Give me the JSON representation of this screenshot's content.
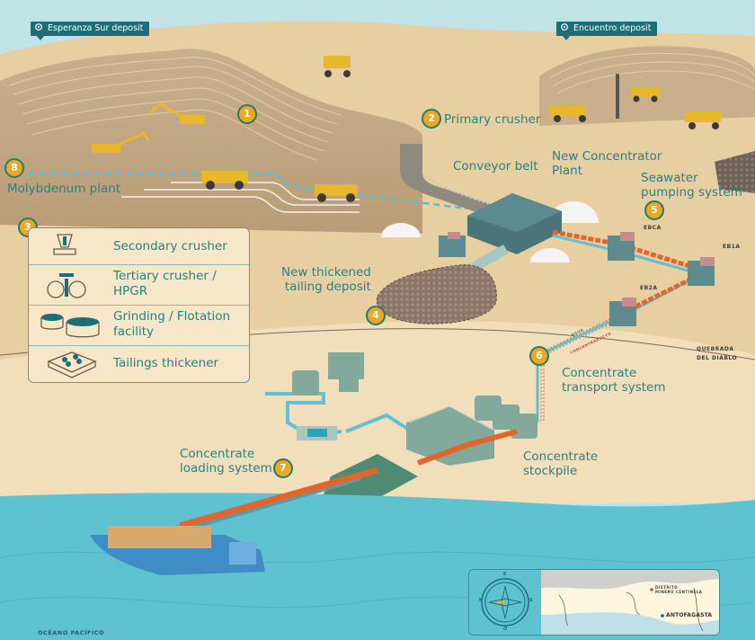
{
  "deposits": {
    "left": "Esperanza Sur deposit",
    "right": "Encuentro deposit"
  },
  "steps": [
    {
      "number": "1",
      "label": ""
    },
    {
      "number": "2",
      "label": "Primary crusher"
    },
    {
      "number": "3",
      "label": ""
    },
    {
      "number": "4",
      "label": "New thickened tailing deposit"
    },
    {
      "number": "5",
      "label": "Seawater pumping system"
    },
    {
      "number": "6",
      "label": "Concentrate transport system"
    },
    {
      "number": "7",
      "label": "Concentrate loading system"
    },
    {
      "number": "8",
      "label": "Molybdenum plant"
    }
  ],
  "labels": {
    "conveyor_belt": "Conveyor belt",
    "new_concentrator_line1": "New Concentrator",
    "new_concentrator_line2": "Plant",
    "seawater_line1": "Seawater",
    "seawater_line2": "pumping system",
    "tailing_line1": "New thickened",
    "tailing_line2": "tailing deposit",
    "transport_line1": "Concentrate",
    "transport_line2": "transport system",
    "loading_line1": "Concentrate",
    "loading_line2": "loading system",
    "stockpile_line1": "Concentrate",
    "stockpile_line2": "stockpile",
    "quebrada_line1": "QUEBRADA",
    "quebrada_line2": "DEL DIABLO",
    "ocean": "OCÉANO PACÍFICO",
    "pipe_water": "AGUA",
    "pipe_concentrate": "CONCENTRADUCTO"
  },
  "pump_stations": [
    "EBCA",
    "EB1A",
    "EB2A"
  ],
  "legend": {
    "badge": "3",
    "items": [
      {
        "icon": "secondary-crusher-icon",
        "label_line1": "Secondary crusher",
        "label_line2": ""
      },
      {
        "icon": "hpgr-icon",
        "label_line1": "Tertiary crusher /",
        "label_line2": "HPGR"
      },
      {
        "icon": "flotation-tanks-icon",
        "label_line1": "Grinding /  Flotation",
        "label_line2": "facility"
      },
      {
        "icon": "thickener-icon",
        "label_line1": "Tailings thickener",
        "label_line2": ""
      }
    ]
  },
  "inset_map": {
    "compass": {
      "n": "N",
      "s": "S",
      "e": "E",
      "o": "O"
    },
    "places": [
      "DISTRITO",
      "MINERO CENTINELA",
      "ANTOFAGASTA"
    ]
  },
  "colors": {
    "sky": "#bfe3e6",
    "sand": "#e9d3a6",
    "sand_light": "#f2e1bd",
    "pit": "#c7ad85",
    "sea": "#5ec2d1",
    "teal_text": "#2a7f86",
    "badge": "#e9a923",
    "pipe_orange": "#e0662b",
    "water_pipe": "#63bfd6",
    "building": "#4a7479"
  }
}
